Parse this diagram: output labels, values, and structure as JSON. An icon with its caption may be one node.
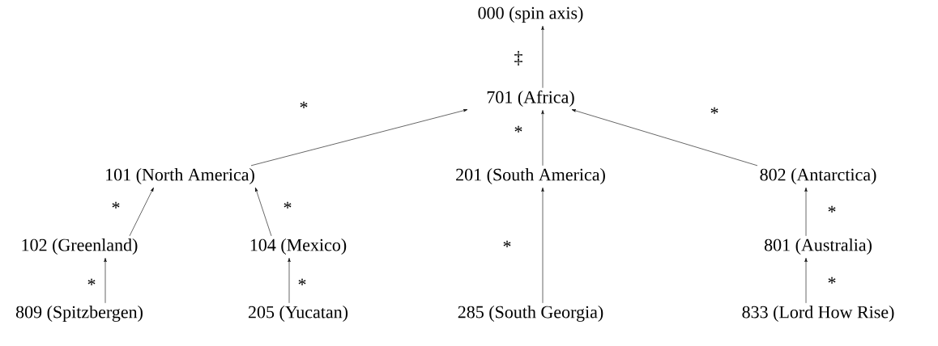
{
  "diagram": {
    "nodes": [
      {
        "text": [
          "000 (spin axis)"
        ]
      },
      {
        "text": [
          "701 (Africa)"
        ]
      },
      {
        "text": [
          "101 (North America)"
        ]
      },
      {
        "text": [
          "201 (South America)"
        ]
      },
      {
        "text": [
          "802 (Antarctica)"
        ]
      },
      {
        "text": [
          "102 (Greenland)"
        ]
      },
      {
        "text": [
          "104 (Mexico)"
        ]
      },
      {
        "text": [
          "801 (Australia)"
        ]
      },
      {
        "text": [
          "809 (Spitzbergen)"
        ]
      },
      {
        "text": [
          "205 (Yucatan)"
        ]
      },
      {
        "text": [
          "285 (South Georgia)"
        ]
      },
      {
        "text": [
          "833 (Lord How Rise)"
        ]
      }
    ],
    "edges": [
      {
        "from": 1,
        "to": 0,
        "arrow": "to",
        "label": "‡"
      },
      {
        "from": 2,
        "to": 1,
        "arrow": "to",
        "label": "*"
      },
      {
        "from": 3,
        "to": 1,
        "arrow": "to",
        "label": "*"
      },
      {
        "from": 4,
        "to": 1,
        "arrow": "to",
        "label": "*"
      },
      {
        "from": 5,
        "to": 2,
        "arrow": "to",
        "label": "*"
      },
      {
        "from": 6,
        "to": 2,
        "arrow": "to",
        "label": "*"
      },
      {
        "from": 8,
        "to": 5,
        "arrow": "to",
        "label": "*"
      },
      {
        "from": 9,
        "to": 6,
        "arrow": "to",
        "label": "*"
      },
      {
        "from": 10,
        "to": 3,
        "arrow": "to",
        "label": "*"
      },
      {
        "from": 7,
        "to": 4,
        "arrow": "to",
        "label": "*"
      },
      {
        "from": 11,
        "to": 7,
        "arrow": "to",
        "label": "*"
      }
    ]
  }
}
